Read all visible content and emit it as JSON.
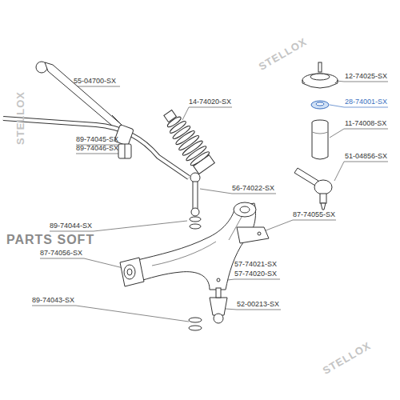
{
  "diagram": {
    "labels": [
      "55-04700-SX",
      "12-74025-SX",
      "28-74001-SX",
      "14-74020-SX",
      "11-74008-SX",
      "89-74045-SX",
      "89-74046-SX",
      "51-04856-SX",
      "56-74022-SX",
      "87-74055-SX",
      "89-74044-SX",
      "PARTS SOFT",
      "87-74056-SX",
      "57-74021-SX",
      "57-74020-SX",
      "89-74043-SX",
      "52-00213-SX",
      "STELLOX",
      "STELLOX",
      "STELLOX"
    ]
  }
}
